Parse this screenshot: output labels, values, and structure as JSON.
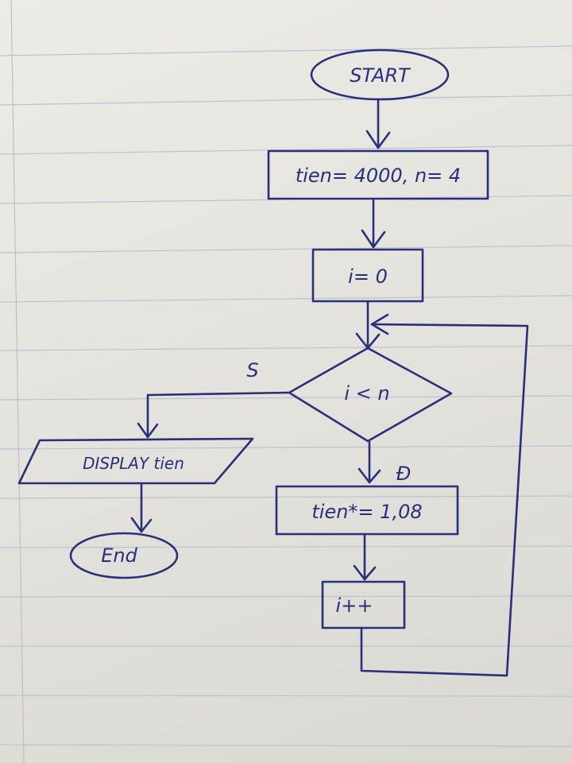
{
  "flowchart": {
    "start": "START",
    "init": "tien= 4000, n= 4",
    "counter_init": "i= 0",
    "condition": "i < n",
    "branch_false": "S",
    "branch_true": "Đ",
    "output": "DISPLAY tien",
    "body": "tien*= 1,08",
    "increment": "i++",
    "end": "End"
  },
  "colors": {
    "ink": "#2a2f7a",
    "paper": "#e9e8e3",
    "ruling": "#b9c3d6"
  }
}
